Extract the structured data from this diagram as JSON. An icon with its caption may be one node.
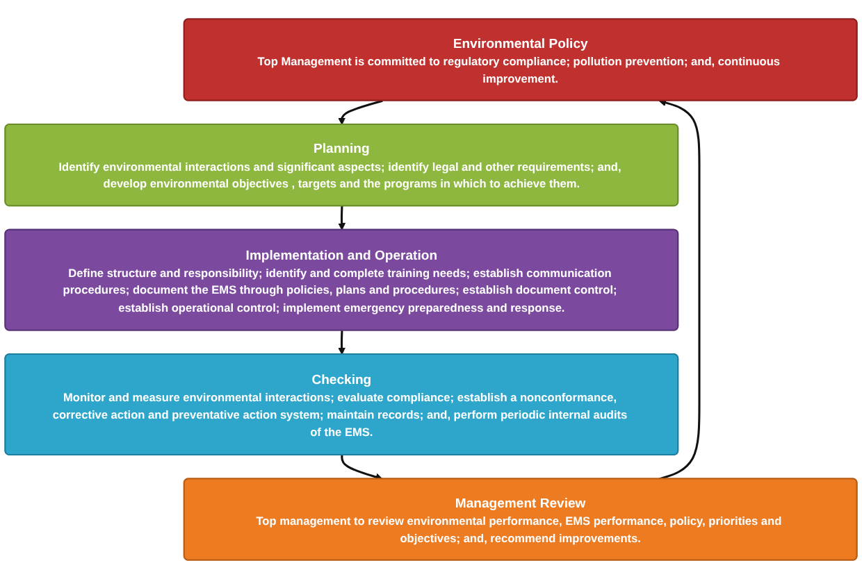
{
  "diagram": {
    "nodes": [
      {
        "text": [
          "Environmental Policy",
          "Top Management is committed to regulatory compliance; pollution prevention; and, continuous improvement."
        ]
      },
      {
        "text": [
          "Planning",
          "Identify environmental interactions and significant aspects; identify legal and other requirements; and, develop environmental objectives , targets and the programs in which to achieve them."
        ]
      },
      {
        "text": [
          "Implementation and Operation",
          "Define structure and responsibility; identify and complete training needs; establish communication procedures; document the EMS through policies, plans and procedures; establish document control; establish operational control; implement emergency preparedness and response."
        ]
      },
      {
        "text": [
          "Checking",
          "Monitor and measure environmental interactions; evaluate compliance; establish a nonconformance, corrective action and preventative action system; maintain records; and, perform periodic internal audits of the EMS."
        ]
      },
      {
        "text": [
          "Management Review",
          "Top management to review environmental performance, EMS performance, policy, priorities and objectives; and, recommend improvements."
        ]
      }
    ],
    "edges": [
      {
        "from": 0,
        "to": 1,
        "arrow": "to"
      },
      {
        "from": 1,
        "to": 2,
        "arrow": "to"
      },
      {
        "from": 2,
        "to": 3,
        "arrow": "to"
      },
      {
        "from": 3,
        "to": 4,
        "arrow": "to"
      },
      {
        "from": 4,
        "to": 0,
        "arrow": "to"
      }
    ]
  }
}
